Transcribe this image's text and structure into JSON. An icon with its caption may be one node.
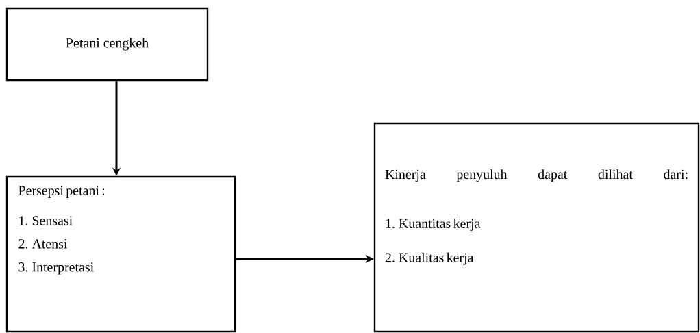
{
  "diagram": {
    "nodes": [
      {
        "text": [
          "Petani cengkeh"
        ]
      },
      {
        "text": [
          "Persepsi petani :",
          "1. Sensasi",
          "2. Atensi",
          "3. Interpretasi"
        ]
      },
      {
        "text": [
          "Kinerja penyuluh dapat dilihat dari:",
          "1. Kuantitas kerja",
          "2. Kualitas kerja"
        ]
      }
    ],
    "edges": [
      {
        "from": 0,
        "to": 1,
        "arrow": "to"
      },
      {
        "from": 1,
        "to": 2,
        "arrow": "to"
      }
    ]
  }
}
